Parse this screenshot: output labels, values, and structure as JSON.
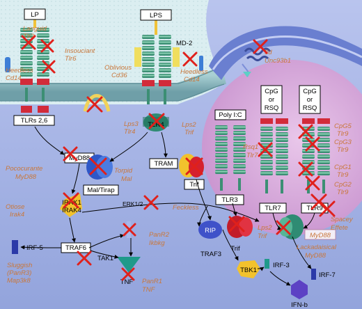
{
  "colors": {
    "extracellular": "#cfe6ea",
    "membrane": "#8fbcc2",
    "cytoplasm": "#a6b6e6",
    "endosome": "#d7a7d8",
    "mutant_text": "#c9773b",
    "cross": "#e0201b",
    "receptor": "#3c8f74",
    "receptor_stripe": "#8ad0b3"
  },
  "ligands": {
    "lp": "LP",
    "lps": "LPS",
    "md2": "MD-2",
    "polyic": "Poly I:C",
    "cpg_a": [
      "CpG",
      "or",
      "RSQ"
    ],
    "cpg_b": [
      "CpG",
      "or",
      "RSQ"
    ]
  },
  "receptors": {
    "tlr26": "TLRs 2,6",
    "tlr4": "TLR4",
    "tlr3": "TLR3",
    "tlr7": "TLR7",
    "tlr9": "TLR9"
  },
  "adaptors": {
    "myd88": "MyD88",
    "maltirap": "Mal/Tirap",
    "tram": "TRAM",
    "trif_a": "Trif",
    "trif_b": "Trif",
    "rip": "RIP"
  },
  "kinases": {
    "irak": [
      "IRAK1",
      "IRAK4"
    ],
    "traf6": "TRAF6",
    "tak1": "TAK1",
    "erk": "ERK1/2",
    "tnf": "TNF",
    "traf3": "TRAF3",
    "tbk1": "TBK1",
    "irf3": "IRF-3",
    "irf7": "IRF-7",
    "irf5": "IRF-5",
    "ifnb": "IFN-b"
  },
  "mutants": {
    "languid": [
      "Languid",
      "Tlr2"
    ],
    "insouciant": [
      "Insouciant",
      "Tlr6"
    ],
    "heedless_a": [
      "Heedless",
      "Cd14"
    ],
    "oblivious": [
      "Oblivious",
      "Cd36"
    ],
    "heedless_b": [
      "Heedless",
      "Cd14"
    ],
    "lps3": [
      "Lps3",
      "Tlr4"
    ],
    "lps2_top": [
      "Lps2",
      "Trif"
    ],
    "threed": [
      "3d",
      "Unc93b1"
    ],
    "pococurante": [
      "Pococurante",
      "MyD88"
    ],
    "torpid": [
      "Torpid",
      "Mal"
    ],
    "rsq1": [
      "Rsq1",
      "Tlr7"
    ],
    "cpg5": [
      "CpG5",
      "Tlr9"
    ],
    "cpg3": [
      "CpG3",
      "Tlr9"
    ],
    "cpg1": [
      "CpG1",
      "Tlr9"
    ],
    "cpg2": [
      "CpG2",
      "Tlr9"
    ],
    "otiose": [
      "Otiose",
      "Irak4"
    ],
    "feckless": "Feckless",
    "panr2": [
      "PanR2",
      "Ikbkg"
    ],
    "sluggish": [
      "Sluggish",
      "(PanR3)",
      "Map3k8"
    ],
    "panr1": [
      "PanR1",
      "TNF"
    ],
    "lps2_bottom": [
      "Lps2",
      "Trif"
    ],
    "myd88_b": "MyD88",
    "lackadaisical": [
      "Lackadaisical",
      "MyD88"
    ],
    "spacey": [
      "Spacey",
      "Effete"
    ]
  }
}
